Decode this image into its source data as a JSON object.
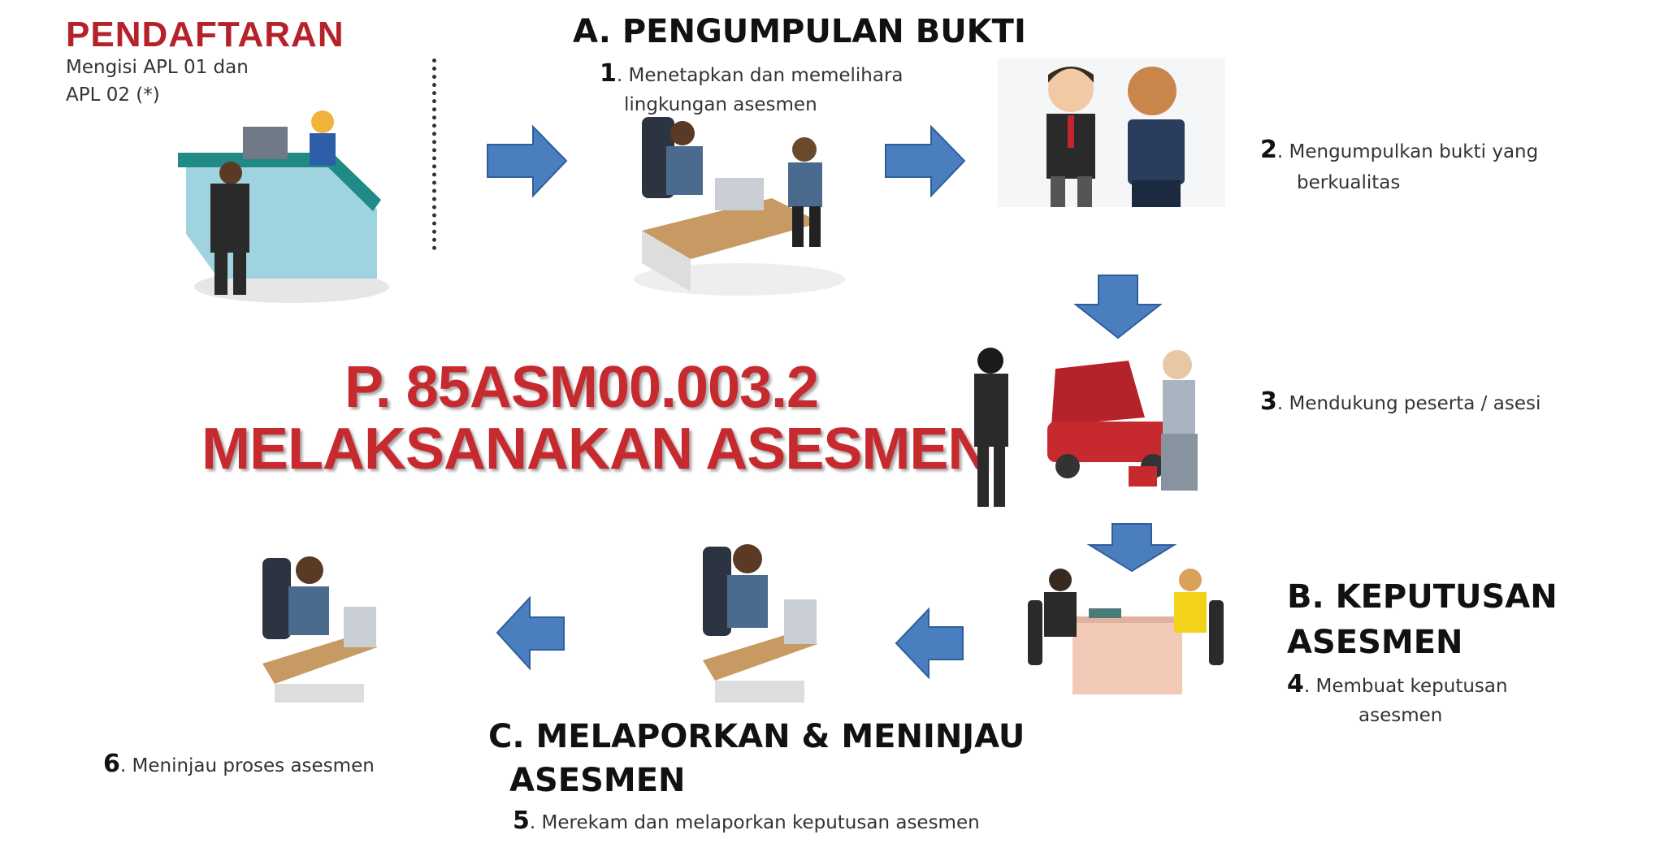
{
  "registration": {
    "title": "PENDAFTARAN",
    "line1": "Mengisi APL 01 dan",
    "line2": "APL 02 (*)"
  },
  "section_a": {
    "title": "A. PENGUMPULAN BUKTI"
  },
  "step1": {
    "num": "1",
    "line1": ". Menetapkan dan memelihara",
    "line2": "lingkungan asesmen"
  },
  "step2": {
    "num": "2",
    "line1": ". Mengumpulkan bukti yang",
    "line2": "berkualitas"
  },
  "step3": {
    "num": "3",
    "line1": ". Mendukung peserta / asesi"
  },
  "section_b": {
    "title_line1": "B. KEPUTUSAN",
    "title_line2": "ASESMEN"
  },
  "step4": {
    "num": "4",
    "line1": ". Membuat keputusan",
    "line2": "asesmen"
  },
  "section_c": {
    "title_line1": "C. MELAPORKAN  & MENINJAU",
    "title_line2": "ASESMEN"
  },
  "step5": {
    "num": "5",
    "line1": ". Merekam  dan melaporkan keputusan asesmen"
  },
  "step6": {
    "num": "6",
    "line1": ". Meninjau proses asesmen"
  },
  "center": {
    "code": "P. 85ASM00.003.2",
    "title": "MELAKSANAKAN  ASESMEN"
  },
  "colors": {
    "accent_red": "#c62a2f",
    "arrow_blue": "#4a7ebf"
  }
}
